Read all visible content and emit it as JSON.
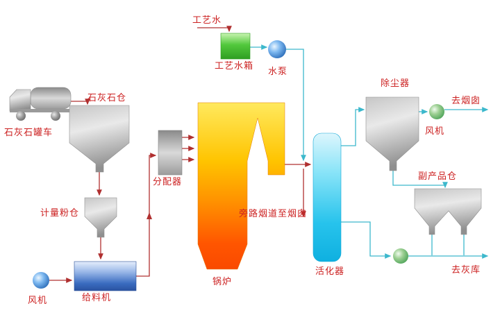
{
  "labels": {
    "process_water": "工艺水",
    "process_water_tank": "工艺水箱",
    "water_pump": "水泵",
    "limestone_truck": "石灰石罐车",
    "limestone_silo": "石灰石仓",
    "metering_powder_silo": "计量粉仓",
    "fan_left": "风机",
    "feeder": "给料机",
    "distributor": "分配器",
    "boiler": "锅炉",
    "bypass_flue": "旁路烟道至烟囱",
    "activator": "活化器",
    "dust_collector": "除尘器",
    "fan_right": "风机",
    "to_chimney": "去烟囱",
    "byproduct_silo": "副产品仓",
    "to_ash_storage": "去灰库"
  },
  "colors": {
    "label_text": "#cc2222",
    "material_line": "#b03030",
    "gas_line": "#3cb8cc",
    "boiler_top": "#ffe95e",
    "boiler_bottom": "#fa4a00",
    "activator_cyan": "#27c3ec",
    "tank_green": "#52c83c",
    "feeder_blue": "#3a6cc0",
    "vessel_gray": "#b0b0b0"
  }
}
